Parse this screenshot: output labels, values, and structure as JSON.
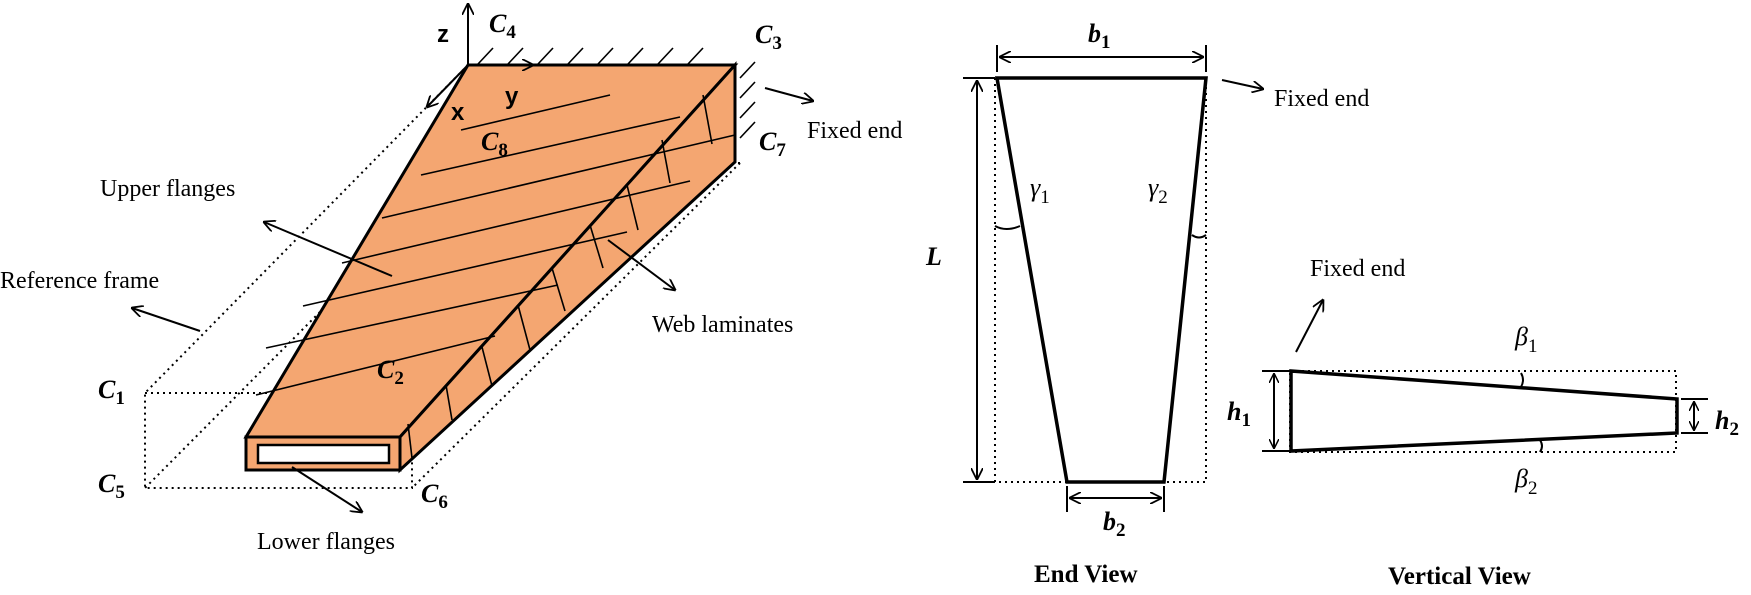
{
  "colors": {
    "laminate_fill": "#F4A671",
    "ink": "#000000",
    "background": "#FFFFFF"
  },
  "iso": {
    "axes": {
      "z": "z",
      "x": "x",
      "y": "y"
    },
    "corners": {
      "c1": {
        "main": "C",
        "sub": "1"
      },
      "c2": {
        "main": "C",
        "sub": "2"
      },
      "c3": {
        "main": "C",
        "sub": "3"
      },
      "c4": {
        "main": "C",
        "sub": "4"
      },
      "c5": {
        "main": "C",
        "sub": "5"
      },
      "c6": {
        "main": "C",
        "sub": "6"
      },
      "c7": {
        "main": "C",
        "sub": "7"
      },
      "c8": {
        "main": "C",
        "sub": "8"
      }
    },
    "labels": {
      "upper_flanges": "Upper flanges",
      "reference_frame": "Reference frame",
      "web_laminates": "Web laminates",
      "lower_flanges": "Lower flanges",
      "fixed_end": "Fixed end"
    }
  },
  "end_view": {
    "title": "End View",
    "b1": {
      "main": "b",
      "sub": "1"
    },
    "b2": {
      "main": "b",
      "sub": "2"
    },
    "length": "L",
    "gamma1": {
      "main": "γ",
      "sub": "1"
    },
    "gamma2": {
      "main": "γ",
      "sub": "2"
    },
    "fixed_end": "Fixed end"
  },
  "vertical_view": {
    "title": "Vertical View",
    "h1": {
      "main": "h",
      "sub": "1"
    },
    "h2": {
      "main": "h",
      "sub": "2"
    },
    "beta1": {
      "main": "β",
      "sub": "1"
    },
    "beta2": {
      "main": "β",
      "sub": "2"
    },
    "fixed_end": "Fixed end"
  }
}
